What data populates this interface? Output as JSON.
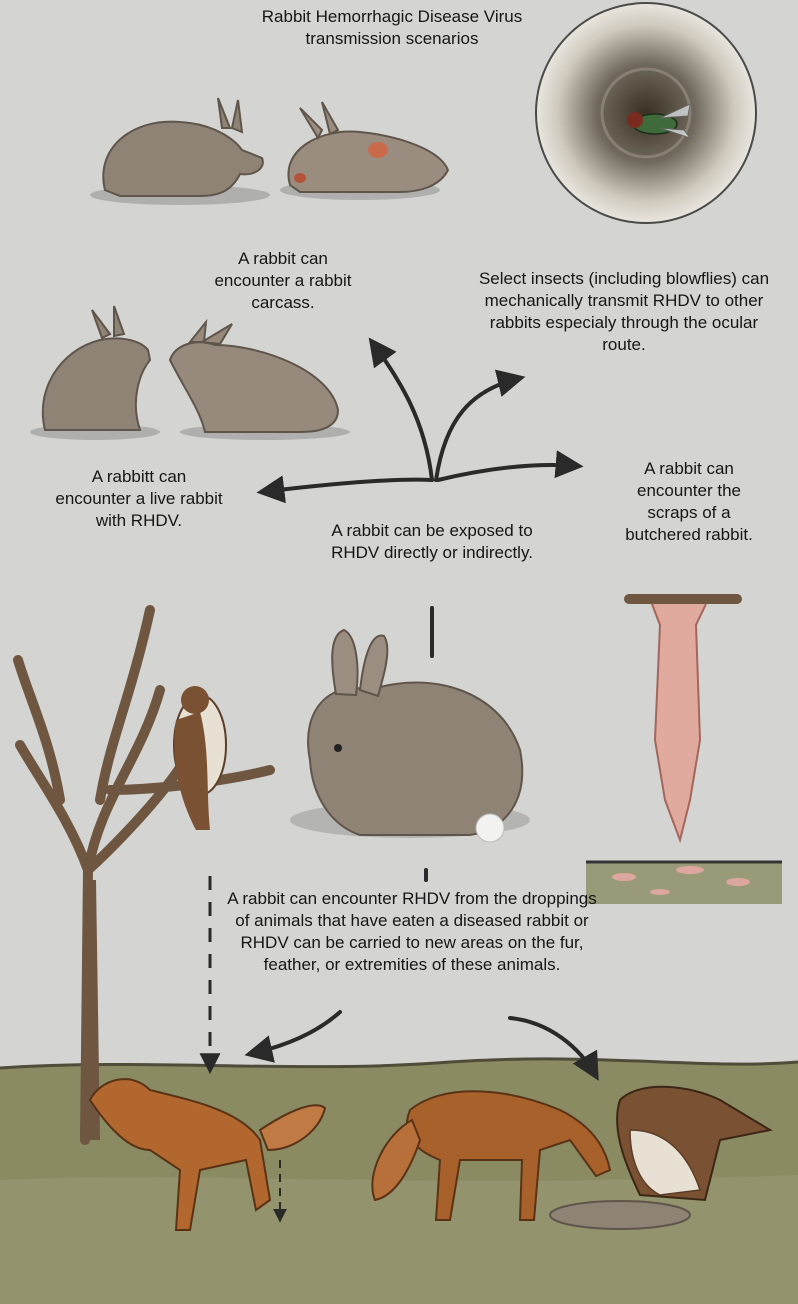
{
  "title": "Rabbit Hemorrhagic Disease Virus transmission scenarios",
  "labels": {
    "carcass": "A rabbit can encounter a rabbit carcass.",
    "insects": "Select insects (including blowflies) can mechanically transmit RHDV to other rabbits especialy through the ocular route.",
    "live_rabbit": "A rabbitt can encounter a live rabbit with RHDV.",
    "center": "A rabbit can be exposed to RHDV directly or indirectly.",
    "butchered": "A rabbit can encounter the scraps of a butchered rabbit.",
    "droppings": "A rabbit can encounter RHDV from the droppings of animals that have eaten a diseased rabbit or RHDV can be carried to new areas on the fur, feather, or extremities of these animals."
  },
  "colors": {
    "rabbit": "#8f8376",
    "rabbit_dark": "#5f554b",
    "fox": "#b2672f",
    "hawk": "#7a5132",
    "grass": "#8a8b62",
    "carcass_flesh": "#dca79f",
    "arrow": "#2a2a2a"
  }
}
